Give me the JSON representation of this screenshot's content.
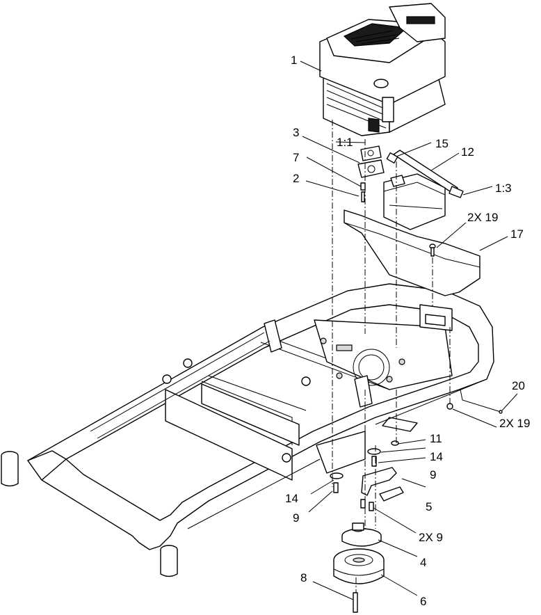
{
  "diagram": {
    "type": "exploded-parts-view",
    "callouts": [
      {
        "id": "c1",
        "text": "1"
      },
      {
        "id": "c3",
        "text": "3"
      },
      {
        "id": "c1-1",
        "text": "1:1"
      },
      {
        "id": "c15",
        "text": "15"
      },
      {
        "id": "c12",
        "text": "12"
      },
      {
        "id": "c7",
        "text": "7"
      },
      {
        "id": "c2",
        "text": "2"
      },
      {
        "id": "c1-3",
        "text": "1:3"
      },
      {
        "id": "c2x19-top",
        "text": "2X 19"
      },
      {
        "id": "c17",
        "text": "17"
      },
      {
        "id": "c20",
        "text": "20"
      },
      {
        "id": "c2x19-right",
        "text": "2X 19"
      },
      {
        "id": "c11",
        "text": "11"
      },
      {
        "id": "c14-right",
        "text": "14"
      },
      {
        "id": "c9-right",
        "text": "9"
      },
      {
        "id": "c5",
        "text": "5"
      },
      {
        "id": "c14-left",
        "text": "14"
      },
      {
        "id": "c9-left",
        "text": "9"
      },
      {
        "id": "c2x9",
        "text": "2X 9"
      },
      {
        "id": "c4",
        "text": "4"
      },
      {
        "id": "c8",
        "text": "8"
      },
      {
        "id": "c6",
        "text": "6"
      }
    ]
  }
}
